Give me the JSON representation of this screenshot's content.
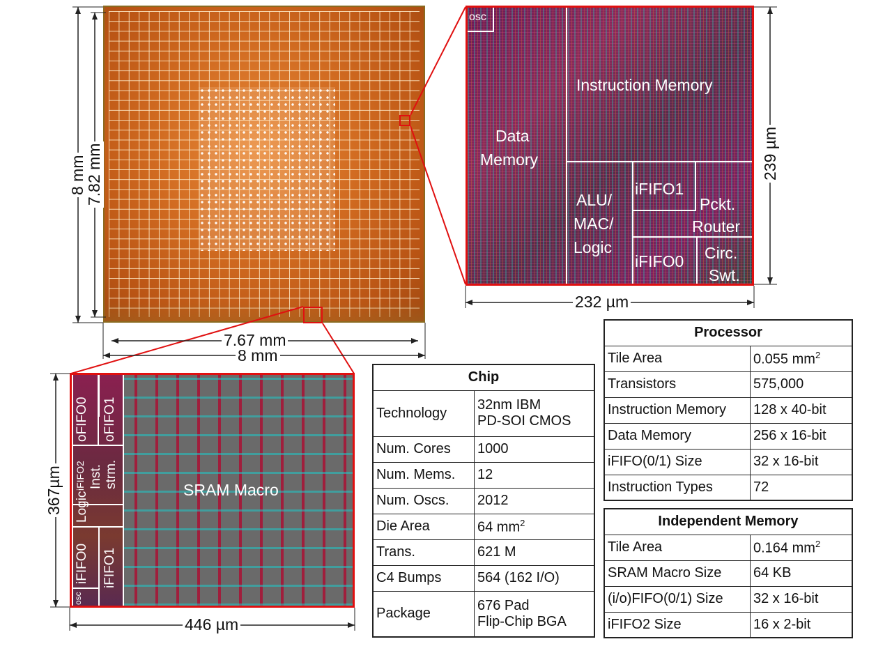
{
  "die": {
    "label_outer_h": "8 mm",
    "label_inner_h": "7.67 mm",
    "label_outer_v": "8 mm",
    "label_inner_v": "7.82 mm"
  },
  "processor_zoom": {
    "osc": "osc",
    "instruction_memory": "Instruction Memory",
    "data_memory_1": "Data",
    "data_memory_2": "Memory",
    "alu_1": "ALU/",
    "alu_2": "MAC/",
    "alu_3": "Logic",
    "ififo1": "iFIFO1",
    "ififo0": "iFIFO0",
    "router_1": "Pckt.",
    "router_2": "Router",
    "circ_1": "Circ.",
    "circ_2": "Swt.",
    "height_label": "239 µm",
    "width_label": "232 µm"
  },
  "memory_zoom": {
    "ofifo0": "oFIFO0",
    "ofifo1": "oFIFO1",
    "ififo2": "iFIFO2",
    "inst": "Inst.",
    "strm": "strm.",
    "logic": "Logic",
    "ififo0": "iFIFO0",
    "ififo1": "iFIFO1",
    "osc": "osc",
    "sram": "SRAM Macro",
    "height_label": "367µm",
    "width_label": "446 µm"
  },
  "chip_table": {
    "title": "Chip",
    "rows": [
      {
        "k": "Technology",
        "v1": "32nm IBM",
        "v2": "PD-SOI CMOS"
      },
      {
        "k": "Num. Cores",
        "v1": "1000",
        "v2": ""
      },
      {
        "k": "Num. Mems.",
        "v1": "12",
        "v2": ""
      },
      {
        "k": "Num. Oscs.",
        "v1": "2012",
        "v2": ""
      },
      {
        "k": "Die Area",
        "v1": "64 mm",
        "sup": "2",
        "v2": ""
      },
      {
        "k": "Trans.",
        "v1": "621 M",
        "v2": ""
      },
      {
        "k": "C4 Bumps",
        "v1": "564 (162 I/O)",
        "v2": ""
      },
      {
        "k": "Package",
        "v1": "676 Pad",
        "v2": "Flip-Chip BGA"
      }
    ]
  },
  "processor_table": {
    "title": "Processor",
    "rows": [
      {
        "k": "Tile Area",
        "v": "0.055 mm",
        "sup": "2"
      },
      {
        "k": "Transistors",
        "v": "575,000"
      },
      {
        "k": "Instruction Memory",
        "v": "128 x 40-bit"
      },
      {
        "k": "Data Memory",
        "v": "256 x 16-bit"
      },
      {
        "k": "iFIFO(0/1) Size",
        "v": "32 x 16-bit"
      },
      {
        "k": "Instruction Types",
        "v": "72"
      }
    ]
  },
  "memory_table": {
    "title": "Independent Memory",
    "rows": [
      {
        "k": "Tile Area",
        "v": "0.164 mm",
        "sup": "2"
      },
      {
        "k": "SRAM Macro Size",
        "v": "64 KB"
      },
      {
        "k": "(i/o)FIFO(0/1) Size",
        "v": "32 x 16-bit"
      },
      {
        "k": "iFIFO2 Size",
        "v": "16 x 2-bit"
      }
    ]
  }
}
